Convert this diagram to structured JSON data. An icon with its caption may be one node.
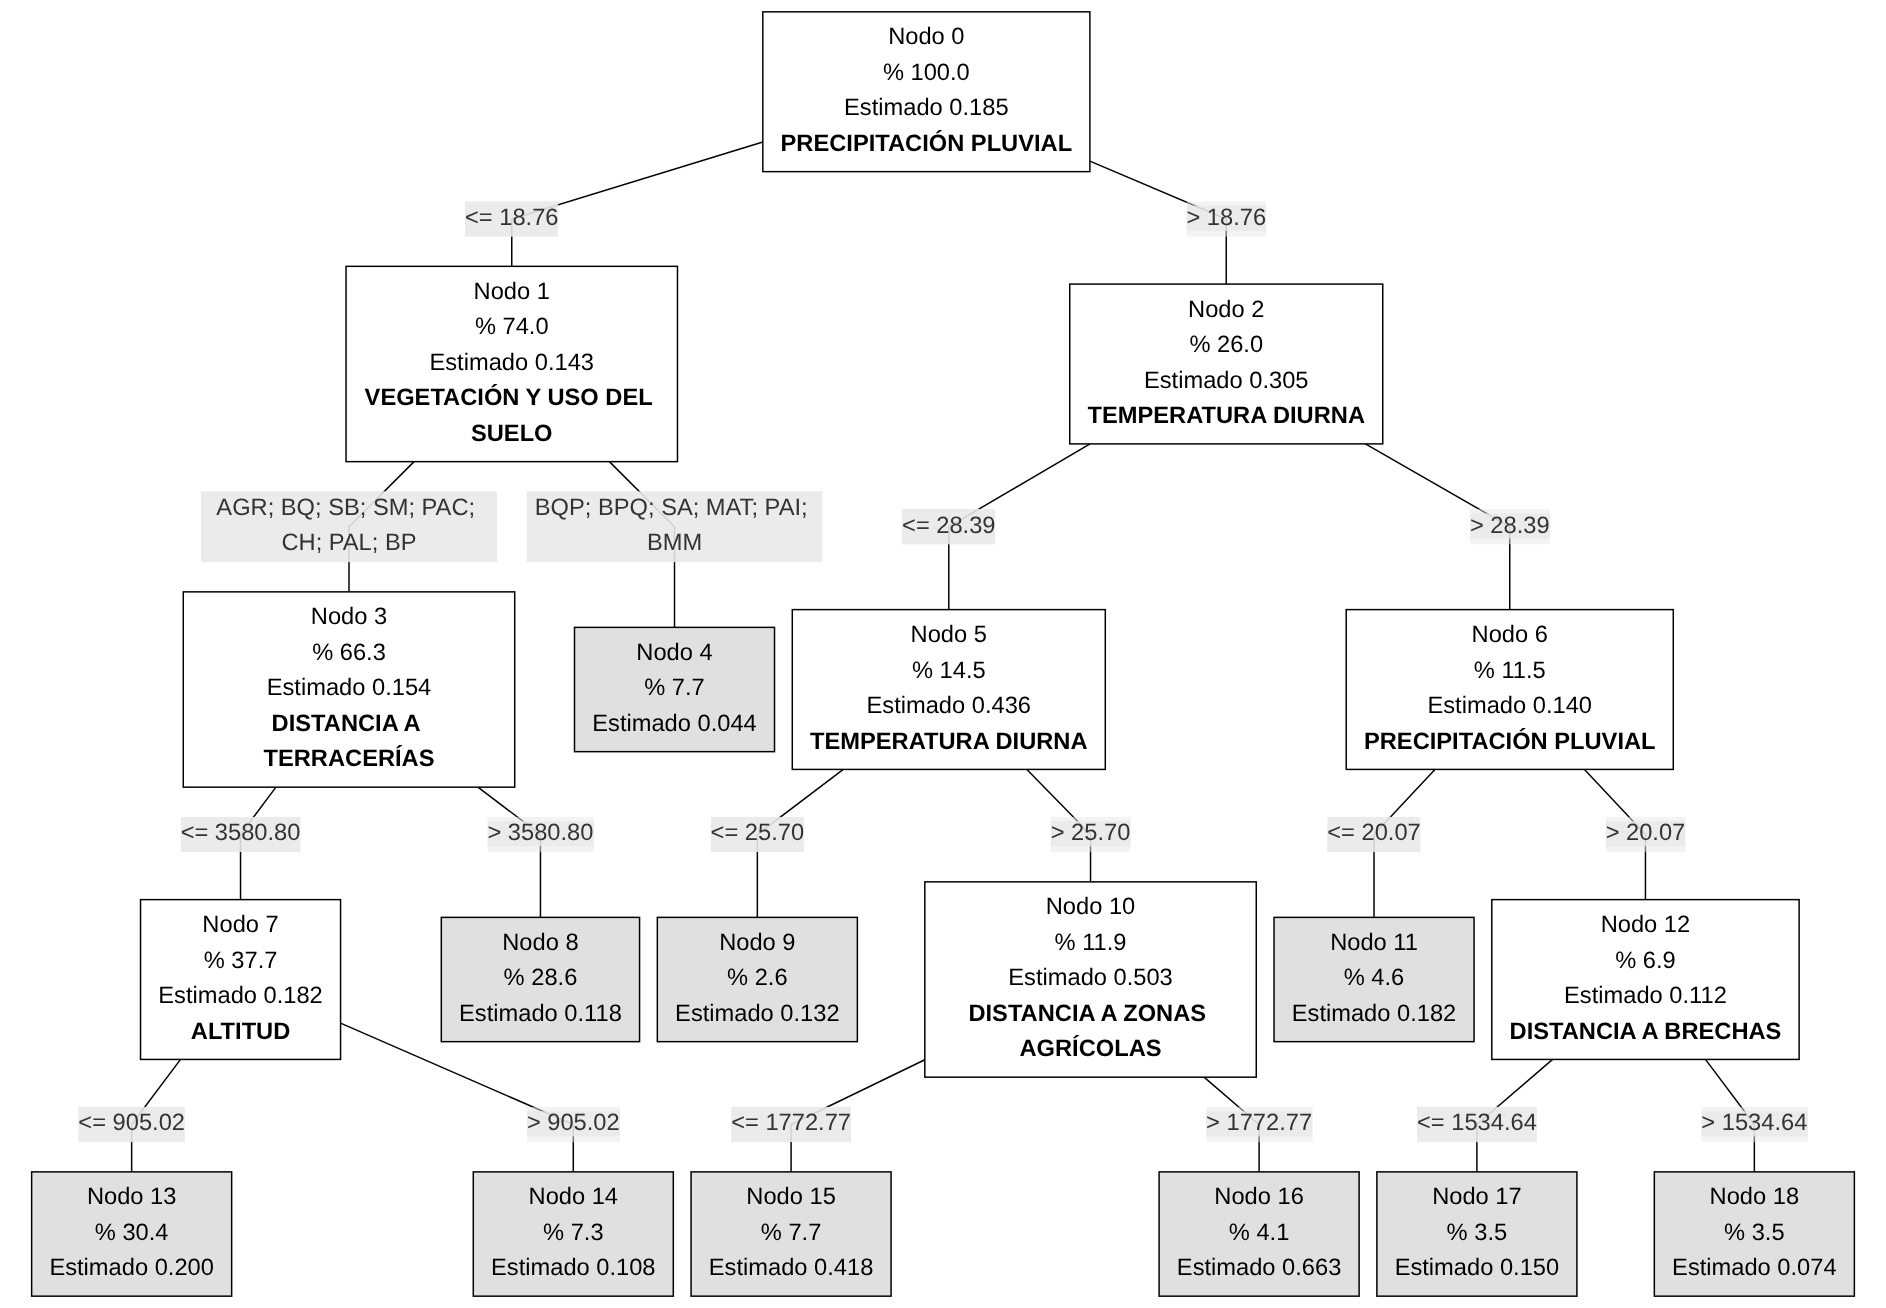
{
  "diagram": {
    "nodes": [
      {
        "text": [
          "Nodo 0",
          "% 100.0",
          "Estimado 0.185",
          "PRECIPITACIÓN PLUVIAL"
        ]
      },
      {
        "text": [
          "Nodo 1",
          "% 74.0",
          "Estimado 0.143",
          "VEGETACIÓN Y USO DEL SUELO"
        ]
      },
      {
        "text": [
          "Nodo 2",
          "% 26.0",
          "Estimado 0.305",
          "TEMPERATURA DIURNA"
        ]
      },
      {
        "text": [
          "Nodo 3",
          "% 66.3",
          "Estimado 0.154",
          "DISTANCIA A TERRACERÍAS"
        ]
      },
      {
        "text": [
          "Nodo 4",
          "% 7.7",
          "Estimado 0.044"
        ]
      },
      {
        "text": [
          "Nodo 5",
          "% 14.5",
          "Estimado 0.436",
          "TEMPERATURA DIURNA"
        ]
      },
      {
        "text": [
          "Nodo 6",
          "% 11.5",
          "Estimado 0.140",
          "PRECIPITACIÓN PLUVIAL"
        ]
      },
      {
        "text": [
          "Nodo 7",
          "% 37.7",
          "Estimado 0.182",
          "ALTITUD"
        ]
      },
      {
        "text": [
          "Nodo 8",
          "% 28.6",
          "Estimado 0.118"
        ]
      },
      {
        "text": [
          "Nodo 9",
          "% 2.6",
          "Estimado 0.132"
        ]
      },
      {
        "text": [
          "Nodo 10",
          "% 11.9",
          "Estimado 0.503",
          "DISTANCIA A ZONAS AGRÍCOLAS"
        ]
      },
      {
        "text": [
          "Nodo 11",
          "% 4.6",
          "Estimado 0.182"
        ]
      },
      {
        "text": [
          "Nodo 12",
          "% 6.9",
          "Estimado 0.112",
          "DISTANCIA A BRECHAS"
        ]
      },
      {
        "text": [
          "Nodo 13",
          "% 30.4",
          "Estimado 0.200"
        ]
      },
      {
        "text": [
          "Nodo 14",
          "% 7.3",
          "Estimado 0.108"
        ]
      },
      {
        "text": [
          "Nodo 15",
          "% 7.7",
          "Estimado 0.418"
        ]
      },
      {
        "text": [
          "Nodo 16",
          "% 4.1",
          "Estimado 0.663"
        ]
      },
      {
        "text": [
          "Nodo 17",
          "% 3.5",
          "Estimado 0.150"
        ]
      },
      {
        "text": [
          "Nodo 18",
          "% 3.5",
          "Estimado 0.074"
        ]
      }
    ],
    "edges": [
      {
        "from": 0,
        "to": 1,
        "arrow": "none",
        "label": "<= 18.76"
      },
      {
        "from": 0,
        "to": 2,
        "arrow": "none",
        "label": "> 18.76"
      },
      {
        "from": 1,
        "to": 3,
        "arrow": "none",
        "label": "AGR; BQ; SB; SM; PAC; CH; PAL; BP"
      },
      {
        "from": 1,
        "to": 4,
        "arrow": "none",
        "label": "BQP; BPQ; SA; MAT; PAI; BMM"
      },
      {
        "from": 2,
        "to": 5,
        "arrow": "none",
        "label": "<= 28.39"
      },
      {
        "from": 2,
        "to": 6,
        "arrow": "none",
        "label": "> 28.39"
      },
      {
        "from": 3,
        "to": 7,
        "arrow": "none",
        "label": "<= 3580.80"
      },
      {
        "from": 3,
        "to": 8,
        "arrow": "none",
        "label": "> 3580.80"
      },
      {
        "from": 5,
        "to": 9,
        "arrow": "none",
        "label": "<= 25.70"
      },
      {
        "from": 5,
        "to": 10,
        "arrow": "none",
        "label": "> 25.70"
      },
      {
        "from": 6,
        "to": 11,
        "arrow": "none",
        "label": "<= 20.07"
      },
      {
        "from": 6,
        "to": 12,
        "arrow": "none",
        "label": "> 20.07"
      },
      {
        "from": 7,
        "to": 13,
        "arrow": "none",
        "label": "<= 905.02"
      },
      {
        "from": 7,
        "to": 14,
        "arrow": "none",
        "label": "> 905.02"
      },
      {
        "from": 10,
        "to": 15,
        "arrow": "none",
        "label": "<= 1772.77"
      },
      {
        "from": 10,
        "to": 16,
        "arrow": "none",
        "label": "> 1772.77"
      },
      {
        "from": 12,
        "to": 17,
        "arrow": "none",
        "label": "<= 1534.64"
      },
      {
        "from": 12,
        "to": 18,
        "arrow": "none",
        "label": "> 1534.64"
      }
    ]
  }
}
